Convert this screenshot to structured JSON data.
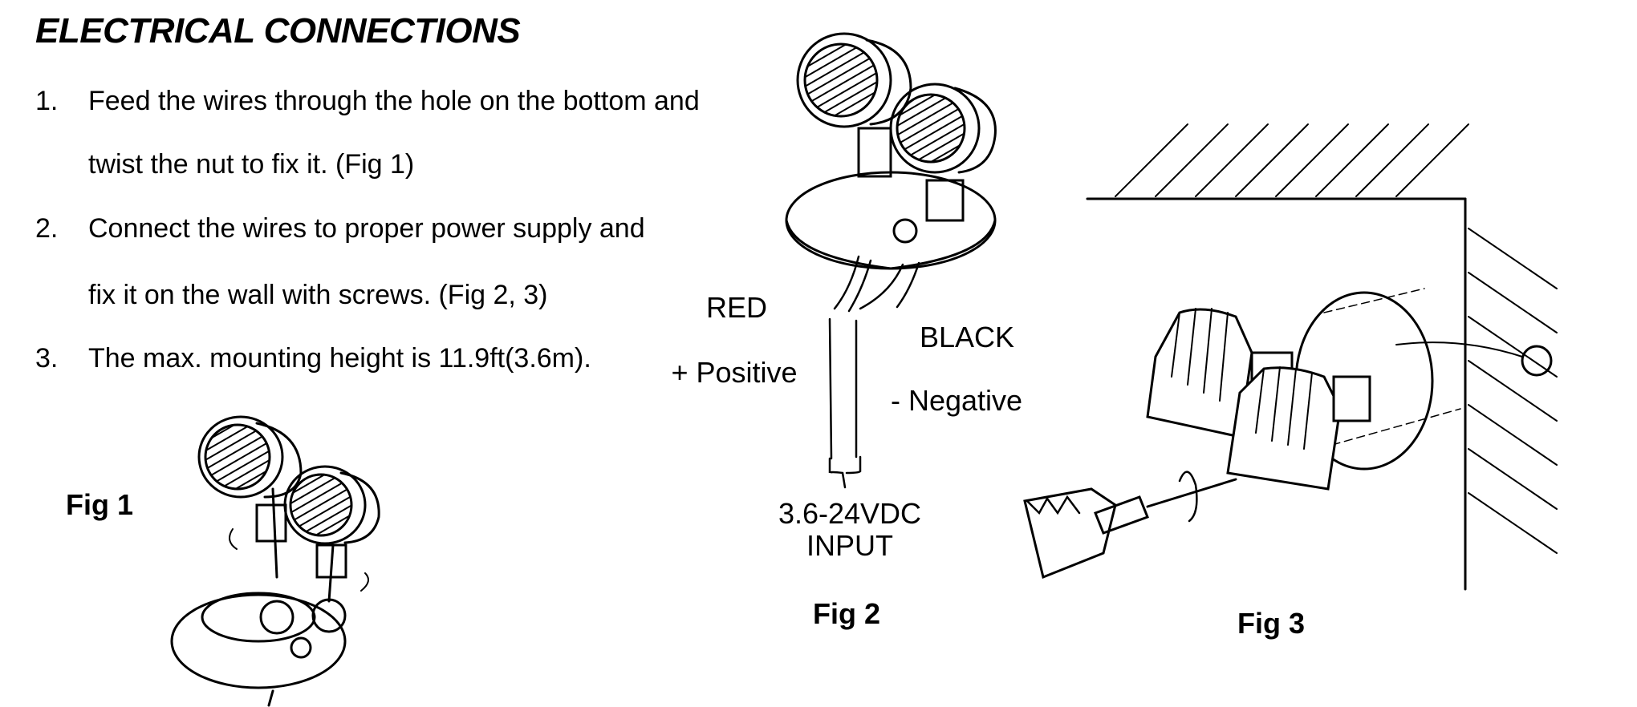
{
  "title": "ELECTRICAL CONNECTIONS",
  "steps": [
    {
      "number": "1.",
      "lines": [
        "Feed the wires through the hole on the bottom and",
        "twist the nut to fix it. (Fig 1)"
      ]
    },
    {
      "number": "2.",
      "lines": [
        "Connect the wires to proper power supply and",
        "fix it on the wall with screws. (Fig 2, 3)"
      ]
    },
    {
      "number": "3.",
      "lines": [
        "The max. mounting height is 11.9ft(3.6m)."
      ]
    }
  ],
  "fig2": {
    "red": "RED",
    "positive": "+ Positive",
    "black": "BLACK",
    "negative": "- Negative",
    "input_voltage": "3.6-24VDC",
    "input": "INPUT"
  },
  "captions": {
    "fig1": "Fig 1",
    "fig2": "Fig 2",
    "fig3": "Fig 3"
  }
}
